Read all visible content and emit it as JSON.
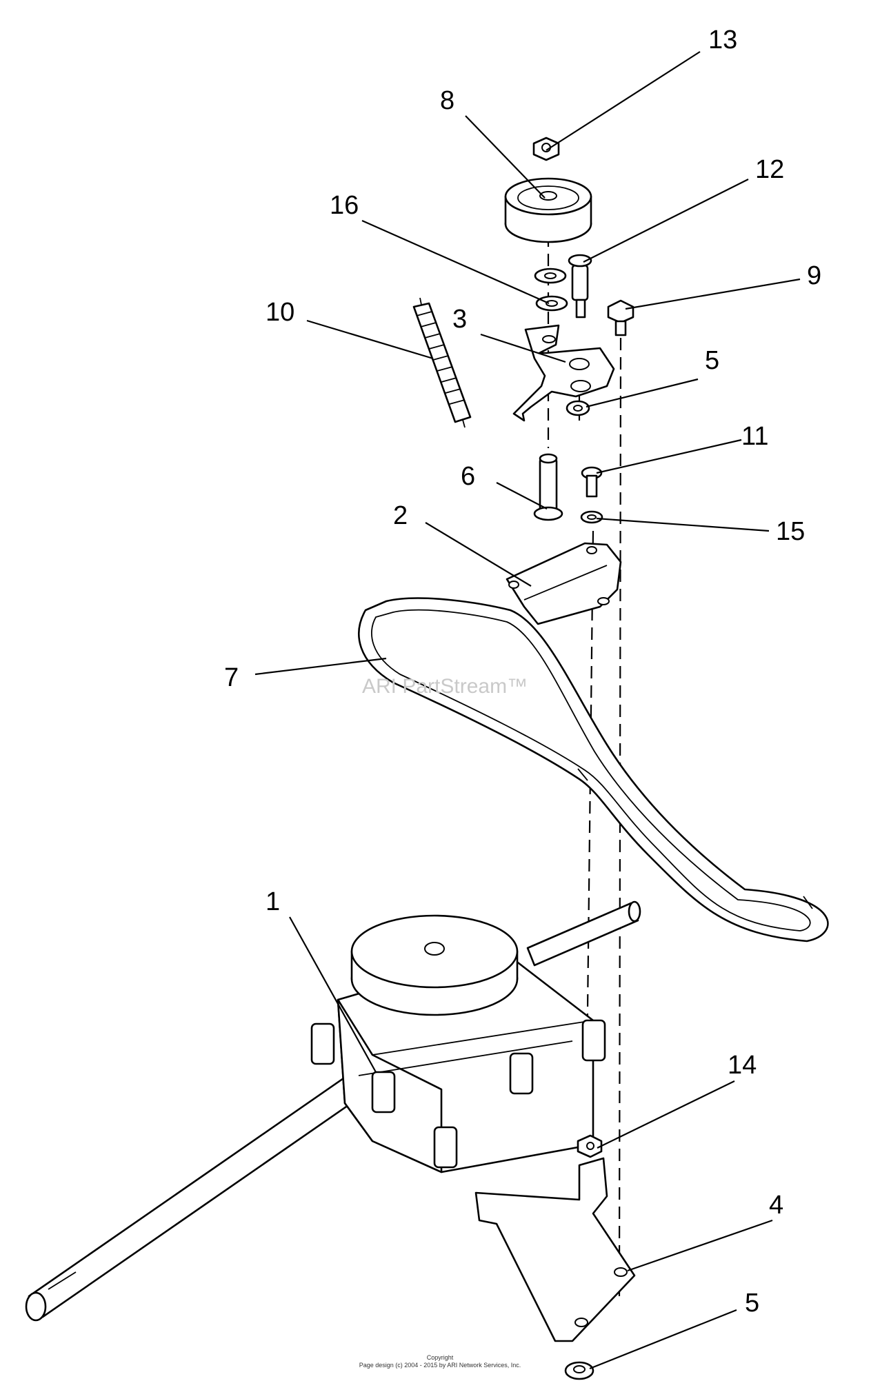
{
  "diagram": {
    "watermark": "ARI PartStream™",
    "footer": {
      "line1": "Copyright",
      "line2": "Page design (c) 2004 - 2015 by ARI Network Services, Inc."
    },
    "callouts": [
      {
        "id": "c13",
        "label": "13"
      },
      {
        "id": "c8",
        "label": "8"
      },
      {
        "id": "c12",
        "label": "12"
      },
      {
        "id": "c16",
        "label": "16"
      },
      {
        "id": "c9",
        "label": "9"
      },
      {
        "id": "c10",
        "label": "10"
      },
      {
        "id": "c3",
        "label": "3"
      },
      {
        "id": "c5a",
        "label": "5"
      },
      {
        "id": "c11",
        "label": "11"
      },
      {
        "id": "c6",
        "label": "6"
      },
      {
        "id": "c2",
        "label": "2"
      },
      {
        "id": "c15",
        "label": "15"
      },
      {
        "id": "c7",
        "label": "7"
      },
      {
        "id": "c1",
        "label": "1"
      },
      {
        "id": "c14",
        "label": "14"
      },
      {
        "id": "c4",
        "label": "4"
      },
      {
        "id": "c5b",
        "label": "5"
      }
    ]
  }
}
